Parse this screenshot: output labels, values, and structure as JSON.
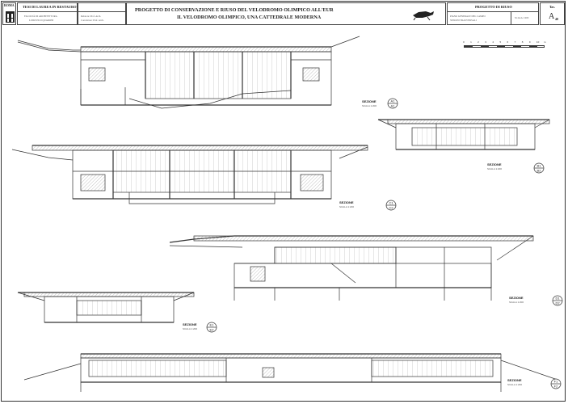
{
  "title_block": {
    "city_label": "ROMA",
    "thesis_type": "TESI DI LAUREA IN RESTAURO",
    "university_lines": [
      "FACOLTÀ DI ARCHITETTURA",
      "LUDOVICO QUARONI"
    ],
    "supervisors_lines": [
      "Relatore: Prof. Arch.",
      "Correlatore: Prof. Arch."
    ],
    "title_line1": "PROGETTO DI CONSERVAZIONE E RIUSO DEL VELODROMO OLIMPICO ALL'EUR",
    "title_line2": "IL VELODROMO OLIMPICO, UNA CATTEDRALE MODERNA",
    "project_label": "PROGETTO DI RIUSO",
    "drawing_desc_lines": [
      "PIANO GENERALE DEL CAMPO",
      "SEZIONI TRASVERSALI"
    ],
    "scale_value": "SCALA 1:200",
    "tav_label": "Tav.",
    "tav_number": "A",
    "tav_suffix": "40"
  },
  "sections": [
    {
      "label": "SEZIONE",
      "scale": "SCALA 1:200",
      "code_top": "A1",
      "code_bottom": "A1"
    },
    {
      "label": "SEZIONE",
      "scale": "SCALA 1:200",
      "code_top": "B1",
      "code_bottom": "B2"
    },
    {
      "label": "SEZIONE",
      "scale": "SCALA 1:200",
      "code_top": "C1",
      "code_bottom": "C2"
    },
    {
      "label": "SEZIONE",
      "scale": "SCALA 1:200",
      "code_top": "D1",
      "code_bottom": "D2"
    },
    {
      "label": "SEZIONE",
      "scale": "SCALA 1:200",
      "code_top": "E1",
      "code_bottom": "E2"
    },
    {
      "label": "SEZIONE",
      "scale": "SCALA 1:200",
      "code_top": "F1",
      "code_bottom": "F2"
    }
  ],
  "graphic_scale": {
    "ticks": [
      "0",
      "1",
      "2",
      "3",
      "4",
      "5",
      "6",
      "7",
      "8",
      "9",
      "10",
      "m"
    ]
  },
  "colors": {
    "line": "#333333",
    "hatch": "#999999",
    "text": "#222222"
  }
}
